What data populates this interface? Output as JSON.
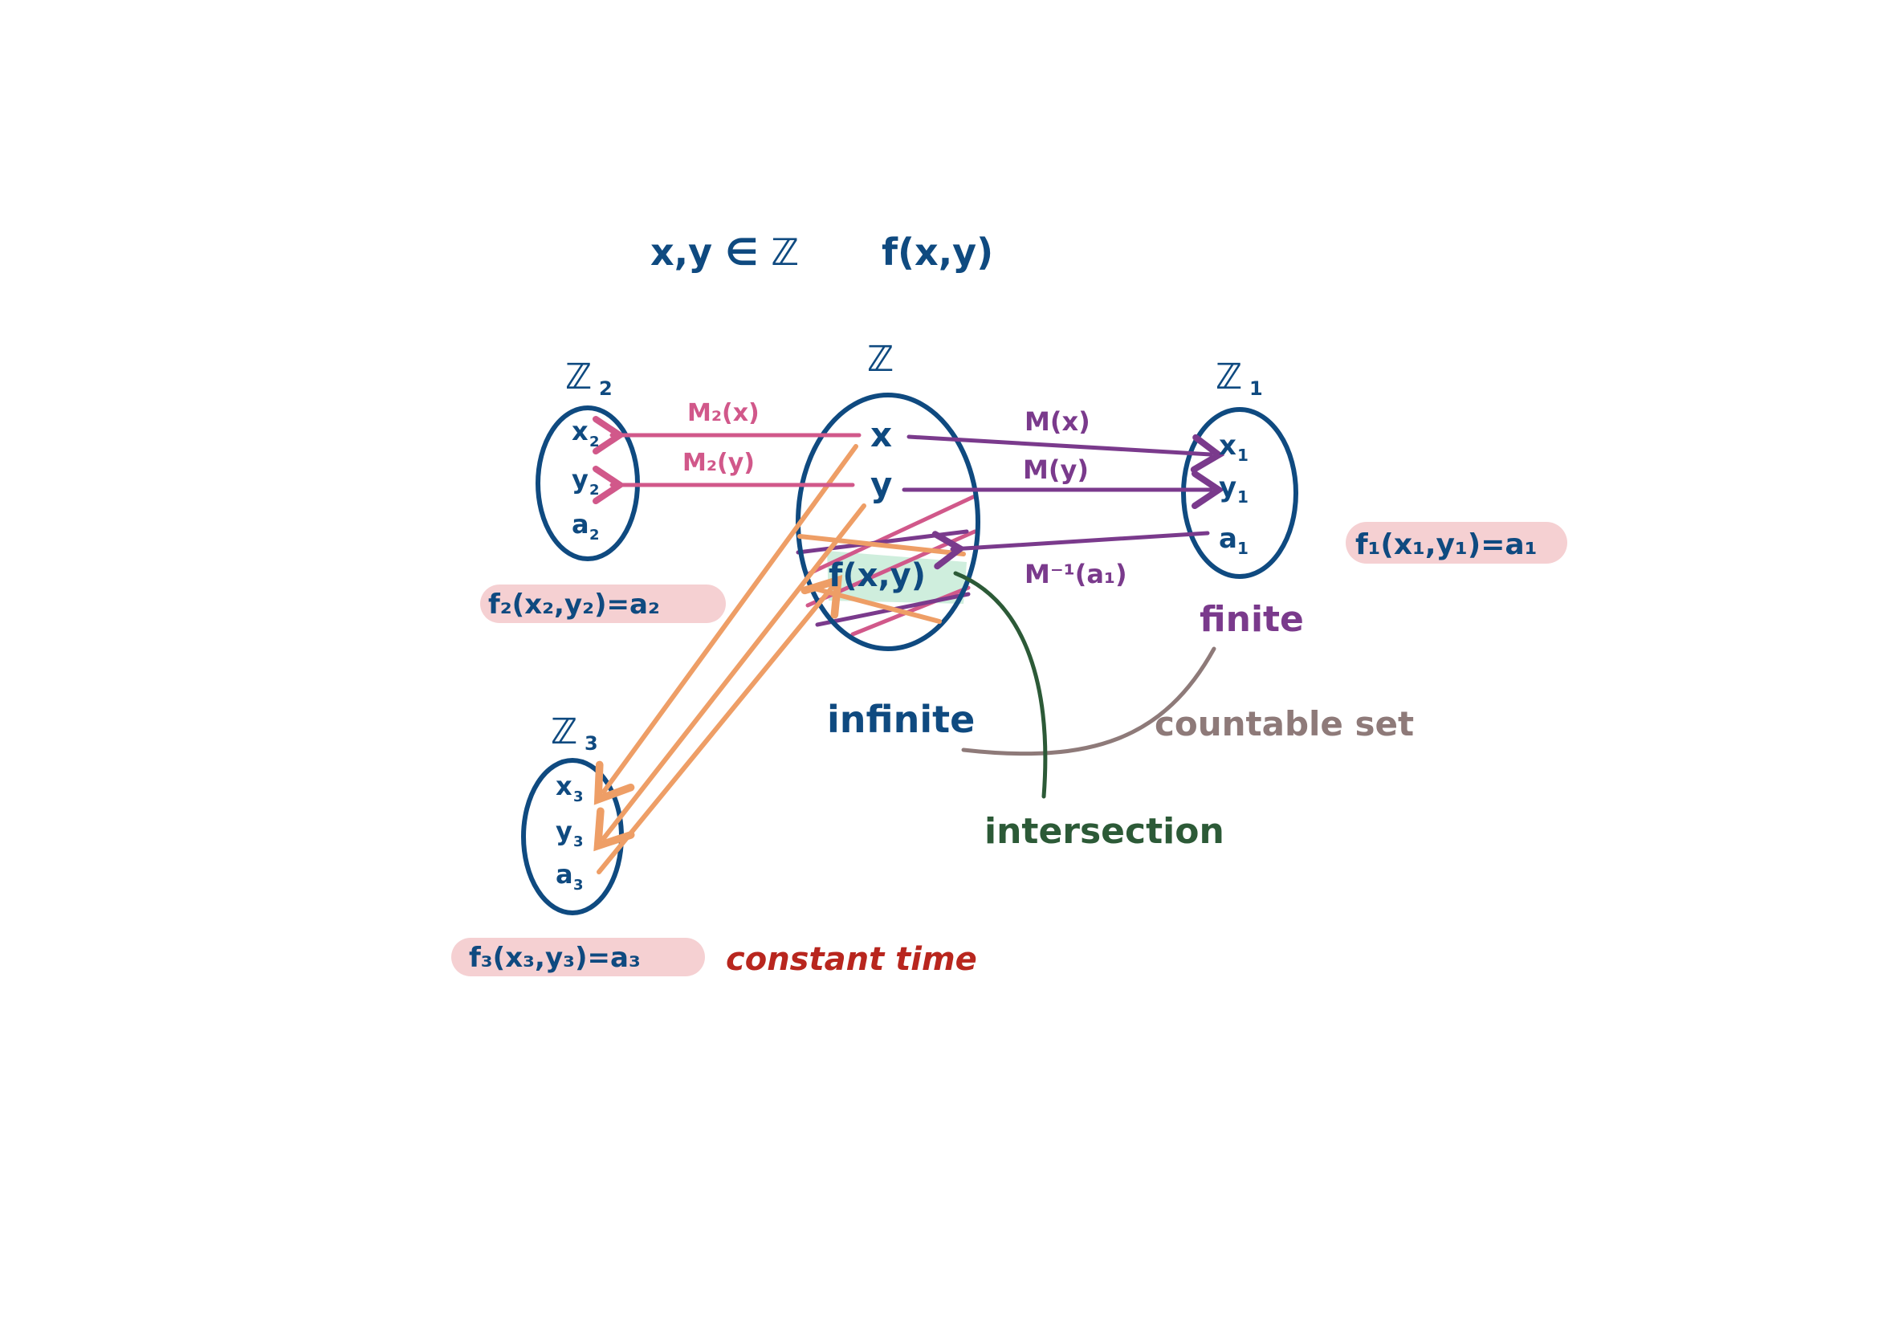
{
  "header": {
    "membership": "x,y ∈ ℤ",
    "function": "f(x,y)"
  },
  "sets": {
    "z": {
      "label": "ℤ",
      "x": "x",
      "y": "y",
      "fxy": "f(x,y)"
    },
    "z1": {
      "label": "ℤ",
      "sub": "1",
      "x": "x",
      "y": "y",
      "a": "a",
      "sub_el": "1"
    },
    "z2": {
      "label": "ℤ",
      "sub": "2",
      "x": "x",
      "y": "y",
      "a": "a",
      "sub_el": "2"
    },
    "z3": {
      "label": "ℤ",
      "sub": "3",
      "x": "x",
      "y": "y",
      "a": "a",
      "sub_el": "3"
    }
  },
  "mappings": {
    "m2x": "M₂(x)",
    "m2y": "M₂(y)",
    "mx": "M(x)",
    "my": "M(y)",
    "minv": "M⁻¹(a₁)"
  },
  "equations": {
    "f1": "f₁(x₁,y₁)=a₁",
    "f2": "f₂(x₂,y₂)=a₂",
    "f3": "f₃(x₃,y₃)=a₃"
  },
  "annotations": {
    "finite": "finite",
    "infinite": "infinite",
    "countable": "countable set",
    "intersection": "intersection",
    "constant_time": "constant time"
  },
  "colors": {
    "blue": "#0f4a80",
    "pink": "#d1588a",
    "purple": "#7a3a8c",
    "orange": "#ee9e66",
    "green": "#2c5a37",
    "gray": "#8e7a79",
    "red": "#b8261e",
    "highlight_pink": "#f5d0d2",
    "highlight_green": "#cfeedd"
  }
}
